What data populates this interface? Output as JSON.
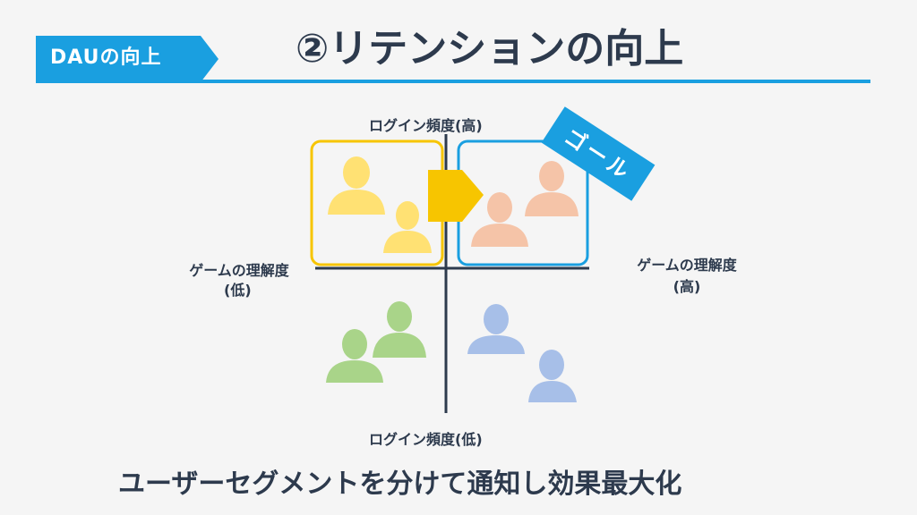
{
  "header": {
    "tag_label": "DAUの向上",
    "title": "②リテンションの向上"
  },
  "diagram": {
    "axis_top": "ログイン頻度(高)",
    "axis_bottom": "ログイン頻度(低)",
    "axis_left_line1": "ゲームの理解度",
    "axis_left_line2": "(低)",
    "axis_right_line1": "ゲームの理解度",
    "axis_right_line2": "(高)",
    "goal_label": "ゴール"
  },
  "footer": {
    "caption": "ユーザーセグメントを分けて通知し効果最大化"
  },
  "colors": {
    "accent_blue": "#1a9fe0",
    "yellow": "#f7c500",
    "yellow_person": "#ffe173",
    "peach_person": "#f5c4a8",
    "green_person": "#a9d489",
    "blue_person": "#a7bfe8",
    "text_dark": "#2d3a4d"
  }
}
